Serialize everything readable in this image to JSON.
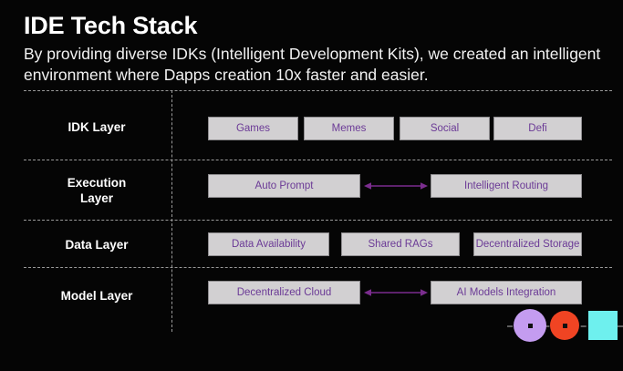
{
  "header": {
    "title": "IDE Tech Stack",
    "subtitle": "By providing diverse IDKs (Intelligent Development Kits), we created an intelligent environment where Dapps creation 10x faster and easier."
  },
  "colors": {
    "background": "#050505",
    "box_fill": "#d2d0d2",
    "box_border": "#8f8d90",
    "box_text": "#6b3a96",
    "divider": "#9a9a9a",
    "arrow": "#7b2d8e",
    "deco_purple": "#c49cf0",
    "deco_orange": "#f04423",
    "deco_cyan": "#6ef0ee",
    "deco_line": "#5d5d5d"
  },
  "layers": [
    {
      "id": "idk-layer",
      "label": "IDK Layer",
      "label_line1": "IDK Layer",
      "label_line2": "",
      "boxes": [
        {
          "label": "Games"
        },
        {
          "label": "Memes"
        },
        {
          "label": "Social"
        },
        {
          "label": "Defi"
        }
      ],
      "arrow": false
    },
    {
      "id": "execution-layer",
      "label": "Execution Layer",
      "label_line1": "Execution",
      "label_line2": "Layer",
      "boxes": [
        {
          "label": "Auto Prompt"
        },
        {
          "label": "Intelligent Routing"
        }
      ],
      "arrow": true
    },
    {
      "id": "data-layer",
      "label": "Data Layer",
      "label_line1": "Data Layer",
      "label_line2": "",
      "boxes": [
        {
          "label": "Data Availability"
        },
        {
          "label": "Shared RAGs"
        },
        {
          "label": "Decentralized Storage"
        }
      ],
      "arrow": false
    },
    {
      "id": "model-layer",
      "label": "Model Layer",
      "label_line1": "Model Layer",
      "label_line2": "",
      "boxes": [
        {
          "label": "Decentralized Cloud"
        },
        {
          "label": "AI Models Integration"
        }
      ],
      "arrow": true
    }
  ],
  "decorations": [
    {
      "shape": "circle",
      "color": "#c49cf0"
    },
    {
      "shape": "circle",
      "color": "#f04423"
    },
    {
      "shape": "square",
      "color": "#6ef0ee"
    }
  ]
}
